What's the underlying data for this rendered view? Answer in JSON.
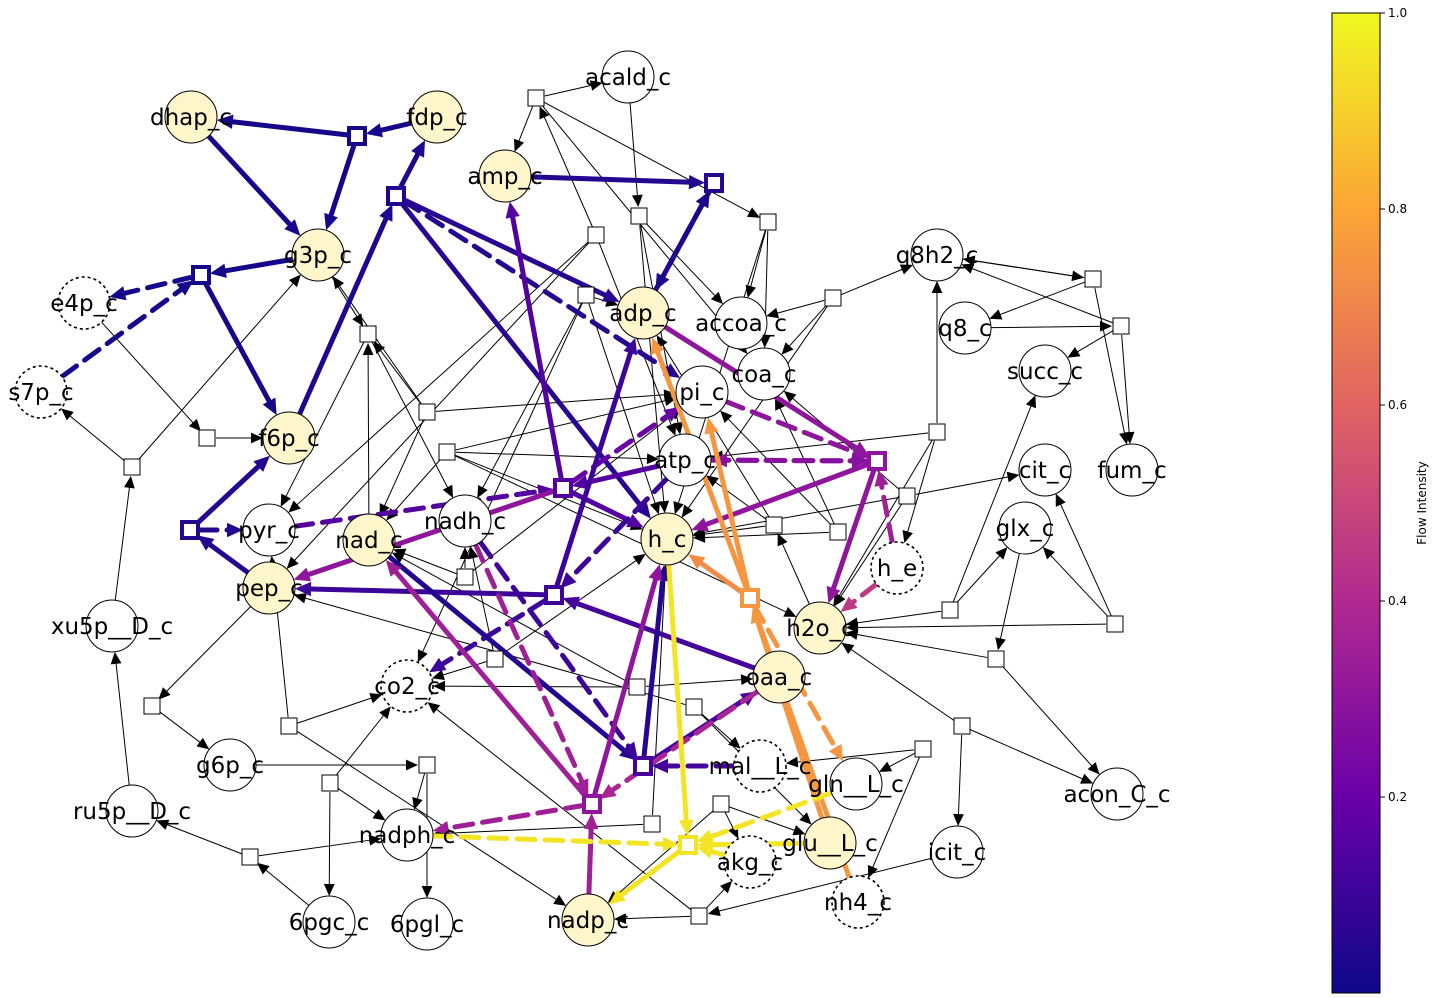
{
  "metabolites": [
    {
      "id": "acald_c",
      "label": "acald_c",
      "kind": "plain"
    },
    {
      "id": "dhap_c",
      "label": "dhap_c",
      "kind": "hi"
    },
    {
      "id": "fdp_c",
      "label": "fdp_c",
      "kind": "hi"
    },
    {
      "id": "amp_c",
      "label": "amp_c",
      "kind": "hi"
    },
    {
      "id": "g3p_c",
      "label": "g3p_c",
      "kind": "hi"
    },
    {
      "id": "e4p_c",
      "label": "e4p_c",
      "kind": "dashed"
    },
    {
      "id": "s7p_c",
      "label": "s7p_c",
      "kind": "dashed"
    },
    {
      "id": "adp_c",
      "label": "adp_c",
      "kind": "hi"
    },
    {
      "id": "accoa_c",
      "label": "accoa_c",
      "kind": "plain"
    },
    {
      "id": "coa_c",
      "label": "coa_c",
      "kind": "plain"
    },
    {
      "id": "pi_c",
      "label": "pi_c",
      "kind": "plain"
    },
    {
      "id": "q8h2_c",
      "label": "q8h2_c",
      "kind": "plain"
    },
    {
      "id": "q8_c",
      "label": "q8_c",
      "kind": "plain"
    },
    {
      "id": "succ_c",
      "label": "succ_c",
      "kind": "plain"
    },
    {
      "id": "f6p_c",
      "label": "f6p_c",
      "kind": "hi"
    },
    {
      "id": "atp_c",
      "label": "atp_c",
      "kind": "plain"
    },
    {
      "id": "cit_c",
      "label": "cit_c",
      "kind": "plain"
    },
    {
      "id": "fum_c",
      "label": "fum_c",
      "kind": "plain"
    },
    {
      "id": "pyr_c",
      "label": "pyr_c",
      "kind": "plain"
    },
    {
      "id": "nad_c",
      "label": "nad_c",
      "kind": "hi"
    },
    {
      "id": "nadh_c",
      "label": "nadh_c",
      "kind": "plain"
    },
    {
      "id": "h_c",
      "label": "h_c",
      "kind": "hi"
    },
    {
      "id": "glx_c",
      "label": "glx_c",
      "kind": "plain"
    },
    {
      "id": "h_e",
      "label": "h_e",
      "kind": "dashed"
    },
    {
      "id": "pep_c",
      "label": "pep_c",
      "kind": "hi"
    },
    {
      "id": "xu5p__D_c",
      "label": "xu5p__D_c",
      "kind": "plain"
    },
    {
      "id": "h2o_c",
      "label": "h2o_c",
      "kind": "hi"
    },
    {
      "id": "co2_c",
      "label": "co2_c",
      "kind": "dashed"
    },
    {
      "id": "oaa_c",
      "label": "oaa_c",
      "kind": "hi"
    },
    {
      "id": "g6p_c",
      "label": "g6p_c",
      "kind": "plain"
    },
    {
      "id": "mal__L_c",
      "label": "mal__L_c",
      "kind": "dashed"
    },
    {
      "id": "gln__L_c",
      "label": "gln__L_c",
      "kind": "plain"
    },
    {
      "id": "acon_C_c",
      "label": "acon_C_c",
      "kind": "plain"
    },
    {
      "id": "ru5p__D_c",
      "label": "ru5p__D_c",
      "kind": "plain"
    },
    {
      "id": "nadph_c",
      "label": "nadph_c",
      "kind": "plain"
    },
    {
      "id": "glu__L_c",
      "label": "glu__L_c",
      "kind": "hi"
    },
    {
      "id": "akg_c",
      "label": "akg_c",
      "kind": "dashed"
    },
    {
      "id": "icit_c",
      "label": "icit_c",
      "kind": "plain"
    },
    {
      "id": "nh4_c",
      "label": "nh4_c",
      "kind": "dashed"
    },
    {
      "id": "6pgc_c",
      "label": "6pgc_c",
      "kind": "plain"
    },
    {
      "id": "6pgl_c",
      "label": "6pgl_c",
      "kind": "plain"
    },
    {
      "id": "nadp_c",
      "label": "nadp_c",
      "kind": "hi"
    }
  ],
  "colorbar": {
    "label": "Flow Intensity",
    "ticks": [
      "0.2",
      "0.4",
      "0.6",
      "0.8",
      "1.0"
    ],
    "tick_values": [
      0.2,
      0.4,
      0.6,
      0.8,
      1.0
    ],
    "min": 0.0,
    "max": 1.0,
    "colormap": [
      "#0d0887",
      "#6a00a8",
      "#b12a90",
      "#e16462",
      "#fca636",
      "#f0f921"
    ]
  },
  "colors": {
    "highlight_fill": "#fff6cc",
    "thin_edge": "#000000"
  }
}
